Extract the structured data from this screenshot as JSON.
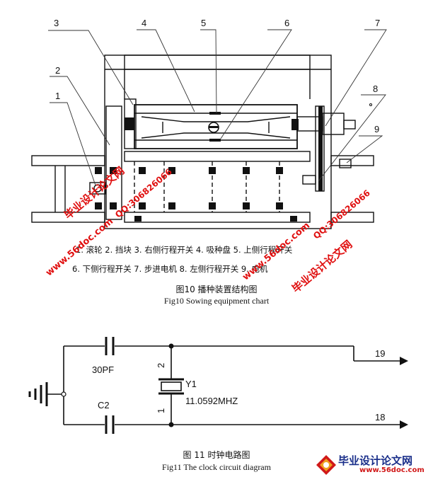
{
  "figure10": {
    "callouts": [
      "1",
      "2",
      "3",
      "4",
      "5",
      "6",
      "7",
      "8",
      "9"
    ],
    "legend_line1": "1. 滚轮  2. 挡块  3. 右侧行程开关 4. 吸种盘 5. 上侧行程开关",
    "legend_line2": "6. 下侧行程开关  7. 步进电机 8. 左侧行程开关 9. 电机",
    "caption_cn": "图10 播种装置结构图",
    "caption_en": "Fig10      Sowing equipment chart"
  },
  "figure11": {
    "cap_label": "30PF",
    "cap2_label": "C2",
    "crystal_label": "Y1",
    "crystal_freq": "11.0592MHZ",
    "pin_top": "2",
    "pin_bottom": "1",
    "net_top": "19",
    "net_bottom": "18",
    "caption_cn": "图 11    时钟电路图",
    "caption_en": "Fig11    The clock circuit diagram"
  },
  "watermarks": {
    "brand": "毕业设计论文网",
    "qq": "QQ:306826066",
    "site": "www.56doc.com",
    "logo_cn": "毕业设计论文网",
    "logo_url": "www.56doc.com"
  },
  "colors": {
    "watermark": "#e01010",
    "logo_blue": "#1a2f8a",
    "logo_red": "#d01818"
  }
}
